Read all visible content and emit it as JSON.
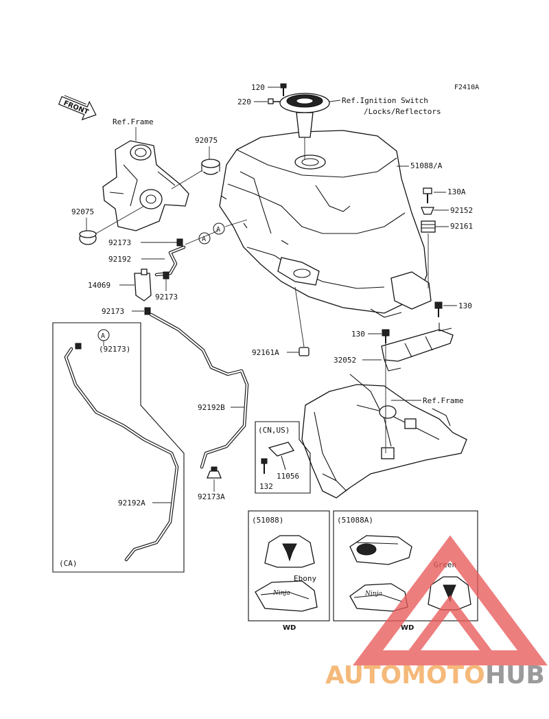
{
  "figure_code": "F2410A",
  "front_label": "FRONT",
  "labels": {
    "ref_frame_top": "Ref.Frame",
    "ref_frame_right": "Ref.Frame",
    "ref_ignition_1": "Ref.Ignition Switch",
    "ref_ignition_2": "/Locks/Reflectors",
    "p120": "120",
    "p220": "220",
    "p51088A": "51088/A",
    "p130A": "130A",
    "p92152": "92152",
    "p92161": "92161",
    "p130_right": "130",
    "p130_mid": "130",
    "p32052": "32052",
    "p92075_top": "92075",
    "p92075_left": "92075",
    "p92173_a": "92173",
    "p92192": "92192",
    "p14069": "14069",
    "p92173_b": "92173",
    "p92173_c": "92173",
    "p92161A": "92161A",
    "p92192B": "92192B",
    "p92173A": "92173A",
    "p92192A": "92192A",
    "p92173_paren": "(92173)",
    "marker_A": "A",
    "cn_us": "(CN,US)",
    "p11056": "11056",
    "p132": "132",
    "ca": "(CA)",
    "box1_title": "(51088)",
    "box2_title": "(51088A)",
    "ebony": "Ebony",
    "green": "Green",
    "wd1": "WD",
    "wd2": "WD"
  },
  "watermark": {
    "part1": "AUTOMOTO",
    "part2": "HUB",
    "color1": "#f5b97a",
    "color2": "#9a9a9a",
    "triangle_color": "#e85a5a"
  }
}
